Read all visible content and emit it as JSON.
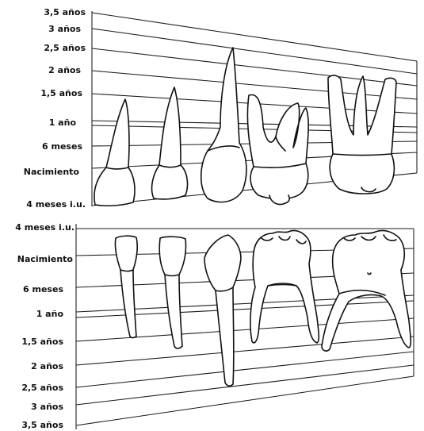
{
  "upper_chart": {
    "labels": [
      {
        "id": "3-5",
        "text": "3,5 años"
      },
      {
        "id": "3",
        "text": "3 años"
      },
      {
        "id": "2-5",
        "text": "2,5 años"
      },
      {
        "id": "2",
        "text": "2 años"
      },
      {
        "id": "1-5",
        "text": "1,5 años"
      },
      {
        "id": "1",
        "text": "1 año"
      },
      {
        "id": "6m",
        "text": "6 meses"
      },
      {
        "id": "birth",
        "text": "Nacimiento"
      },
      {
        "id": "4m",
        "text": "4 meses i.u."
      }
    ],
    "teeth": [
      {
        "id": "central-incisor",
        "name": "incisor-central-superior"
      },
      {
        "id": "lateral-incisor",
        "name": "incisor-lateral-superior"
      },
      {
        "id": "canine",
        "name": "canine-superior"
      },
      {
        "id": "first-molar",
        "name": "first-molar-superior"
      },
      {
        "id": "second-molar",
        "name": "second-molar-superior"
      }
    ]
  },
  "lower_chart": {
    "labels": [
      {
        "id": "4m",
        "text": "4 meses i.u."
      },
      {
        "id": "birth",
        "text": "Nacimiento"
      },
      {
        "id": "6m",
        "text": "6 meses"
      },
      {
        "id": "1",
        "text": "1 año"
      },
      {
        "id": "1-5",
        "text": "1,5 años"
      },
      {
        "id": "2",
        "text": "2 años"
      },
      {
        "id": "2-5",
        "text": "2,5 años"
      },
      {
        "id": "3",
        "text": "3 años"
      },
      {
        "id": "3-5",
        "text": "3,5 años"
      }
    ],
    "teeth": [
      {
        "id": "central-incisor",
        "name": "incisor-central-inferior"
      },
      {
        "id": "lateral-incisor",
        "name": "incisor-lateral-inferior"
      },
      {
        "id": "canine",
        "name": "canine-inferior"
      },
      {
        "id": "first-molar",
        "name": "first-molar-inferior"
      },
      {
        "id": "second-molar",
        "name": "second-molar-inferior"
      }
    ]
  },
  "colors": {
    "ink": "#111111",
    "background": "#ffffff"
  }
}
